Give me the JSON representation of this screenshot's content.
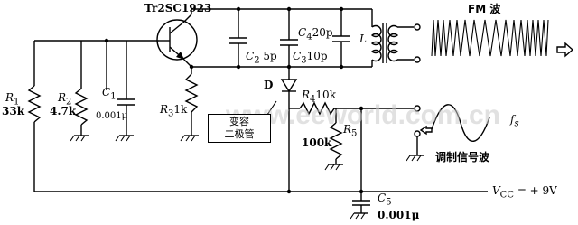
{
  "labels": {
    "transistor": "Tr2SC1923",
    "fm_wave": "FM 波",
    "r1_name": "R",
    "r1_sub": "1",
    "r1_value": "33k",
    "r2_name": "R",
    "r2_sub": "2",
    "r2_value": "4.7k",
    "c1_name": "C",
    "c1_sub": "1",
    "c1_value": "0.001μ",
    "r3_name": "R",
    "r3_sub": "3",
    "r3_value": "1k",
    "c2_name": "C",
    "c2_sub": "2",
    "c2_value": "5p",
    "c3_name": "C",
    "c3_sub": "3",
    "c3_value": "10p",
    "c4_name": "C",
    "c4_sub": "4",
    "c4_value": "20p",
    "inductor": "L",
    "diode": "D",
    "r4_name": "R",
    "r4_sub": "4",
    "r4_value": "10k",
    "r5_name": "R",
    "r5_sub": "5",
    "r5_value": "100k",
    "varactor_line1": "变容",
    "varactor_line2": "二极管",
    "fs_name": "f",
    "fs_sub": "s",
    "mod_signal": "调制信号波",
    "vcc_name": "V",
    "vcc_sub": "CC",
    "vcc_value": "= + 9V",
    "c5_name": "C",
    "c5_sub": "5",
    "c5_value": "0.001μ"
  },
  "watermark": "www.eeworld.com.cn"
}
